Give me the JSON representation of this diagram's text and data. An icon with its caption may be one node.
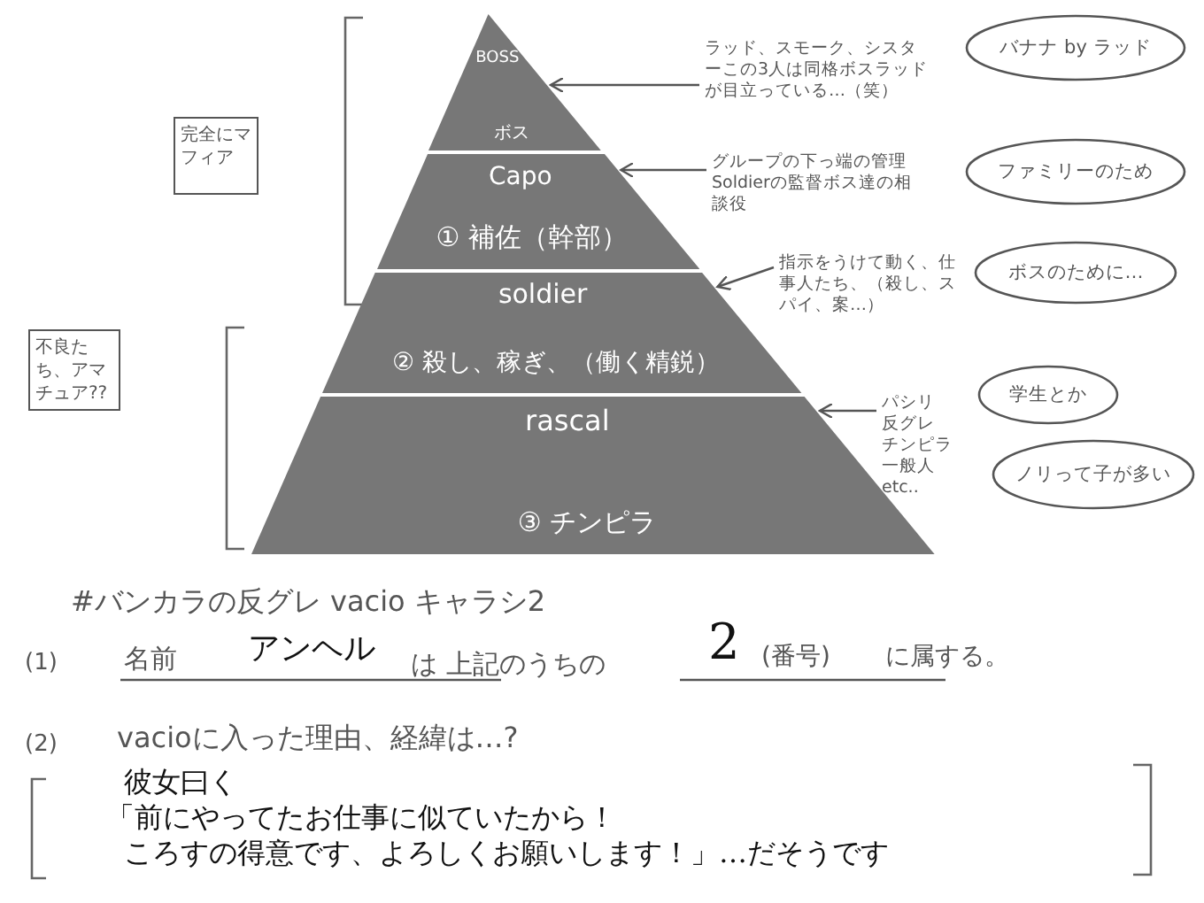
{
  "diagram": {
    "nodes": [
      {
        "text": [
          "BOSS",
          "ボス"
        ]
      },
      {
        "text": [
          "Capo",
          "① 補佐（幹部）"
        ]
      },
      {
        "text": [
          "soldier",
          "② 殺し、稼ぎ、（働く精鋭）"
        ]
      },
      {
        "text": [
          "rascal",
          "③ チンピラ"
        ]
      },
      {
        "text": [
          "完全にマフィア"
        ]
      },
      {
        "text": [
          "不良たち、アマチュア??"
        ]
      },
      {
        "text": [
          "ラッド、スモーク、シスターこの3人は同格ボスラッドが目立っている…（笑）"
        ]
      },
      {
        "text": [
          "バナナ by ラッド"
        ]
      },
      {
        "text": [
          "グループの下っ端の管理Soldierの監督ボス達の相談役"
        ]
      },
      {
        "text": [
          "ファミリーのため"
        ]
      },
      {
        "text": [
          "指示をうけて動く、仕事人たち、（殺し、スパイ、案…）"
        ]
      },
      {
        "text": [
          "ボスのために…"
        ]
      },
      {
        "text": [
          "パシリ",
          "反グレ",
          "チンピラ",
          "一般人",
          "etc.."
        ]
      },
      {
        "text": [
          "学生とか"
        ]
      },
      {
        "text": [
          "ノリって子が多い"
        ]
      }
    ],
    "edges": [
      {
        "from": 6,
        "to": 0,
        "arrow": "to"
      },
      {
        "from": 8,
        "to": 1,
        "arrow": "to"
      },
      {
        "from": 10,
        "to": 2,
        "arrow": "to"
      },
      {
        "from": 12,
        "to": 3,
        "arrow": "to"
      }
    ],
    "labels": [
      "#バンカラの反グレ vacio キャラシ2",
      "(1)",
      "名前",
      "アンヘル",
      "は 上記のうちの",
      "2",
      "(番号)",
      "に属する。",
      "(2)",
      "vacioに入った理由、経緯は…?",
      "彼女曰く",
      "「前にやってたお仕事に似ていたから！",
      "ころすの得意です、よろしくお願いします！」…だそうです"
    ]
  }
}
